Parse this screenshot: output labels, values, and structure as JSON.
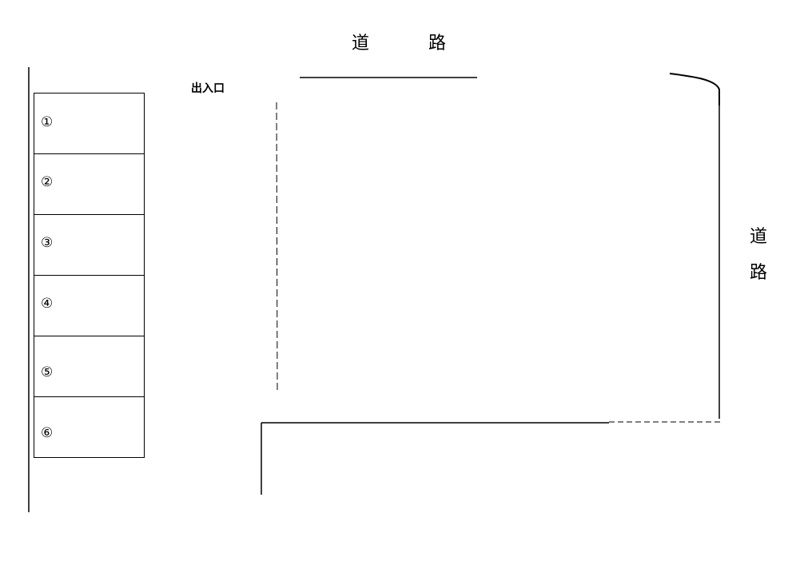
{
  "road_top": {
    "label": "道　路"
  },
  "road_right": {
    "label_line1": "道",
    "label_line2": "路"
  },
  "entrance": {
    "label": "出入口"
  },
  "parking_slots": [
    {
      "number": "①"
    },
    {
      "number": "②"
    },
    {
      "number": "③"
    },
    {
      "number": "④"
    },
    {
      "number": "⑤"
    },
    {
      "number": "⑥"
    }
  ]
}
